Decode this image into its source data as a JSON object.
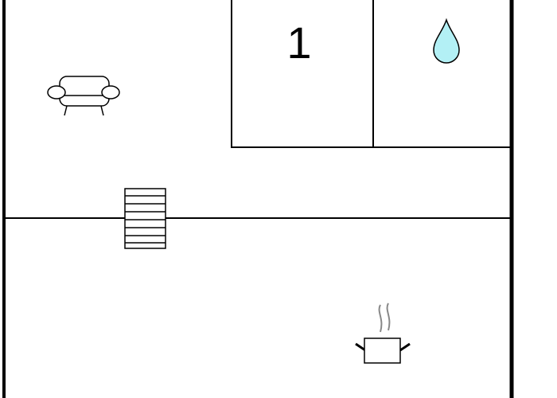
{
  "floorplan": {
    "rooms": [
      {
        "id": "bedroom",
        "label": "1",
        "icon": "bed-number-label"
      },
      {
        "id": "bathroom",
        "label": "",
        "icon": "water-drop-icon"
      },
      {
        "id": "living-room",
        "label": "",
        "icon": "sofa-icon"
      },
      {
        "id": "kitchen",
        "label": "",
        "icon": "cooking-pot-icon"
      }
    ],
    "fixtures": [
      {
        "id": "staircase",
        "icon": "stairs-icon"
      }
    ],
    "colors": {
      "wall": "#000000",
      "water": "#b3f0f5",
      "steam": "#888888",
      "background": "#ffffff"
    }
  }
}
